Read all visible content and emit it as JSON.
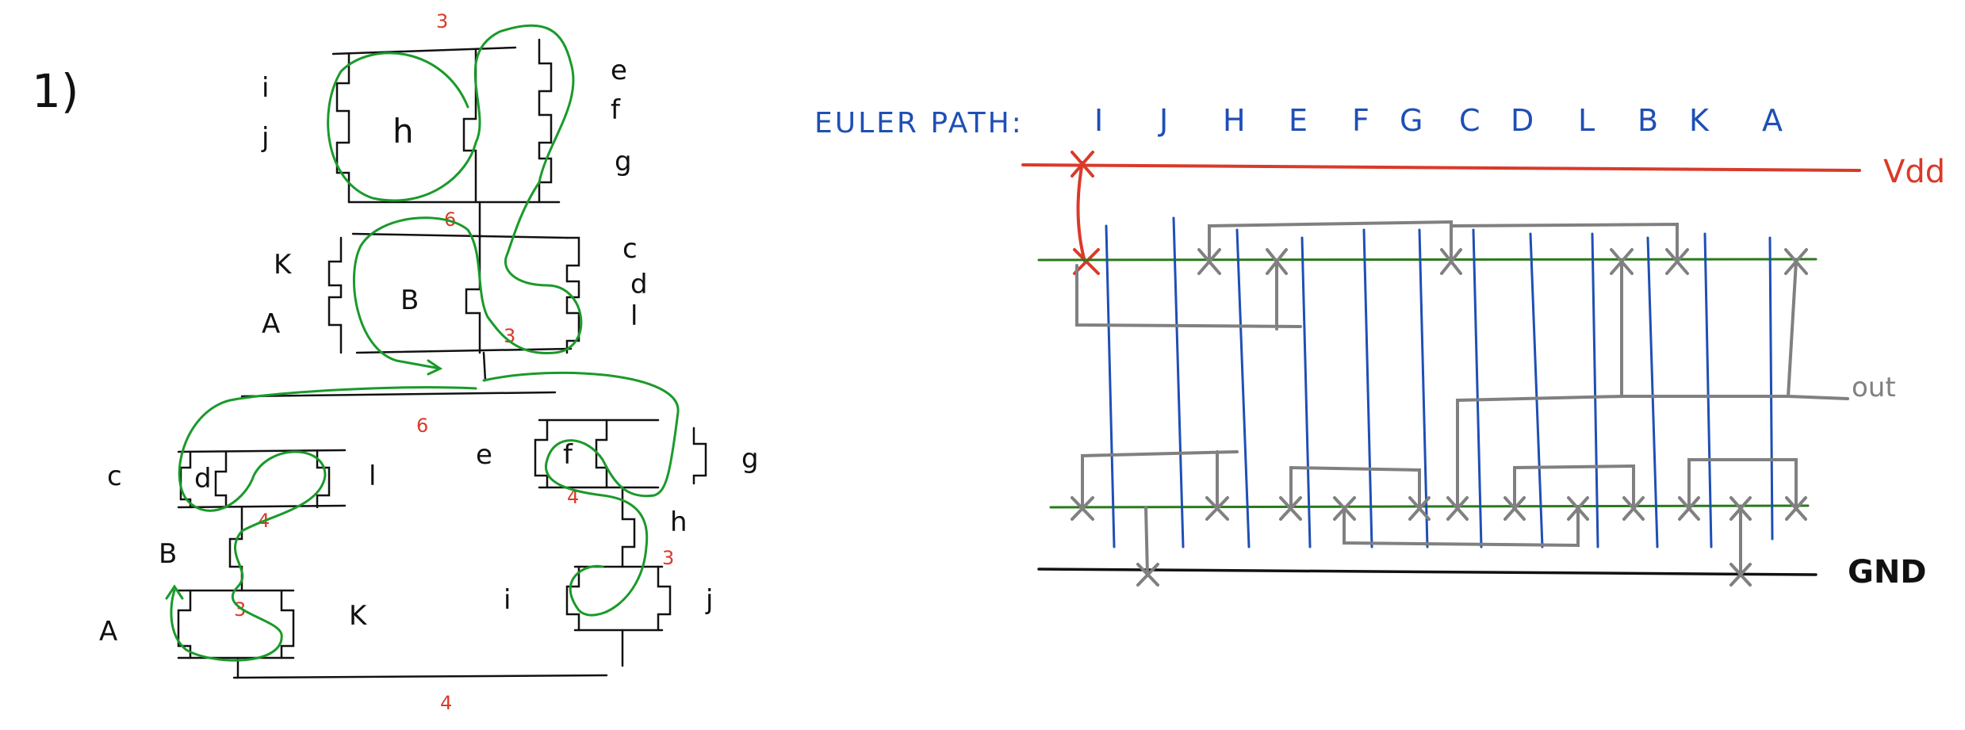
{
  "problem_number": "1)",
  "schematic": {
    "pmos_labels": [
      "i",
      "j",
      "h",
      "e",
      "f",
      "g",
      "K",
      "A",
      "B",
      "c",
      "d",
      "l"
    ],
    "nmos_labels": [
      "c",
      "d",
      "l",
      "B",
      "A",
      "K",
      "e",
      "f",
      "g",
      "h",
      "i",
      "j"
    ],
    "red_numbers": [
      "3",
      "6",
      "3",
      "6",
      "4",
      "4",
      "3",
      "3",
      "4"
    ]
  },
  "euler": {
    "title": "EULER PATH:",
    "sequence": [
      "I",
      "J",
      "H",
      "E",
      "F",
      "G",
      "C",
      "D",
      "L",
      "B",
      "K",
      "A"
    ]
  },
  "stick": {
    "vdd_label": "Vdd",
    "out_label": "out",
    "gnd_label": "GND"
  },
  "colors": {
    "ink": "#111111",
    "green": "#1a9a2a",
    "red": "#d93a2a",
    "blue": "#1f4fb5",
    "gray": "#808080",
    "rail_green": "#2a7a1a"
  }
}
